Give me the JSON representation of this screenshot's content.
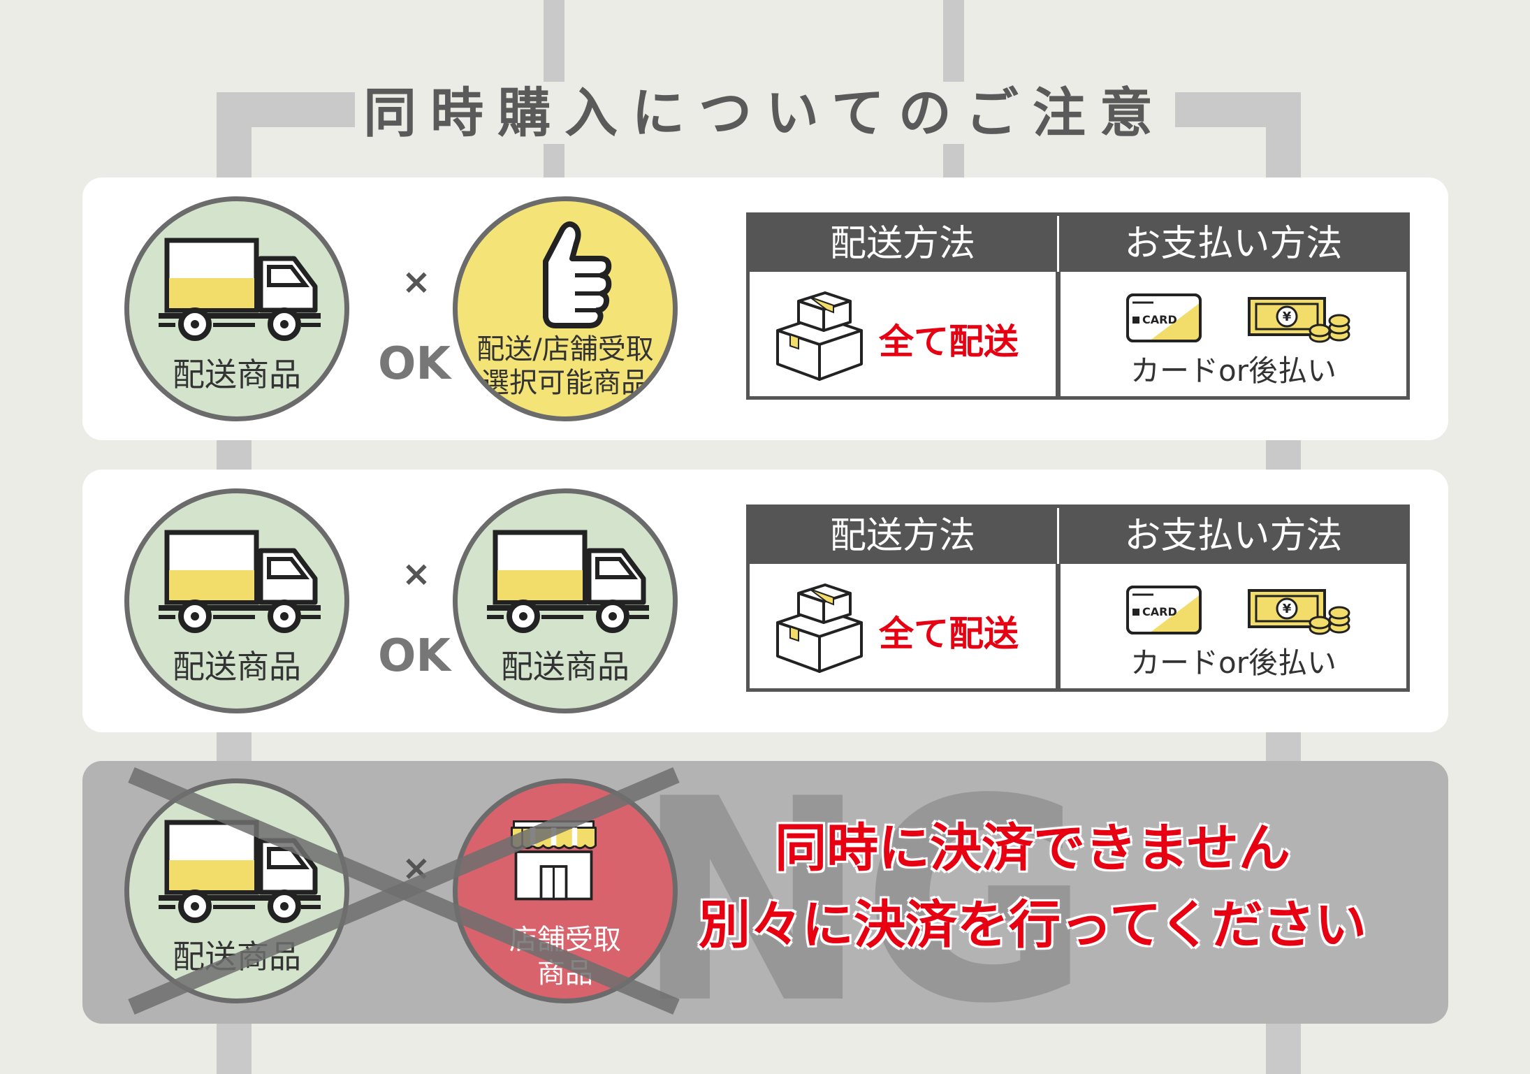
{
  "title": "同時購入についてのご注意",
  "symbols": {
    "times": "×",
    "ok": "OK"
  },
  "info": {
    "delivery_header": "配送方法",
    "payment_header": "お支払い方法",
    "delivery_value": "全て配送",
    "payment_value": "カードor後払い",
    "card_text": "CARD",
    "yen": "¥"
  },
  "row1": {
    "left_label": "配送商品",
    "right_label_line1": "配送/店舗受取",
    "right_label_line2": "選択可能商品"
  },
  "row2": {
    "left_label": "配送商品",
    "right_label": "配送商品"
  },
  "row3": {
    "left_label": "配送商品",
    "right_label_line1": "店舗受取",
    "right_label_line2": "商品",
    "ng_text": "NG",
    "message_line1": "同時に決済できません",
    "message_line2": "別々に決済を行ってください"
  },
  "colors": {
    "background": "#ecece6",
    "panel": "#ffffff",
    "ng_panel": "#b3b3b3",
    "green_circle": "#d3e3cc",
    "yellow_circle": "#f4e478",
    "red_circle": "#d8636c",
    "accent_red": "#e60012",
    "header_gray": "#555555",
    "truck_yellow": "#f2dd6a"
  },
  "icons": [
    "truck-icon",
    "thumbs-up-icon",
    "box-icon",
    "card-icon",
    "money-icon",
    "shop-icon",
    "cross-out-icon"
  ]
}
